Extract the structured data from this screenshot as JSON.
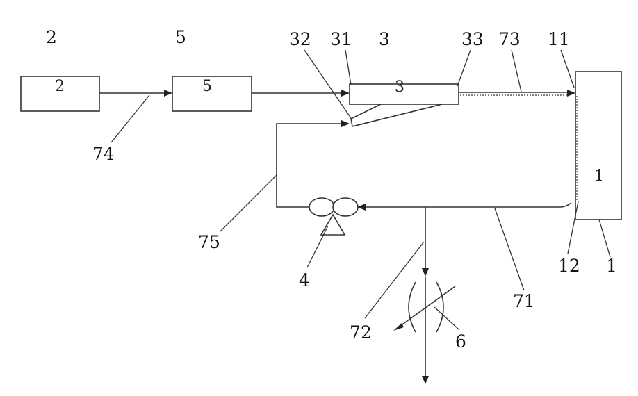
{
  "labels": {
    "n1": "1",
    "n2": "2",
    "n3": "3",
    "n4": "4",
    "n5": "5",
    "n6": "6",
    "n11": "11",
    "n12": "12",
    "n31": "31",
    "n32": "32",
    "n33": "33",
    "n71": "71",
    "n72": "72",
    "n73": "73",
    "n74": "74",
    "n75": "75"
  },
  "colors": {
    "line": "#333333",
    "background": "#ffffff"
  }
}
